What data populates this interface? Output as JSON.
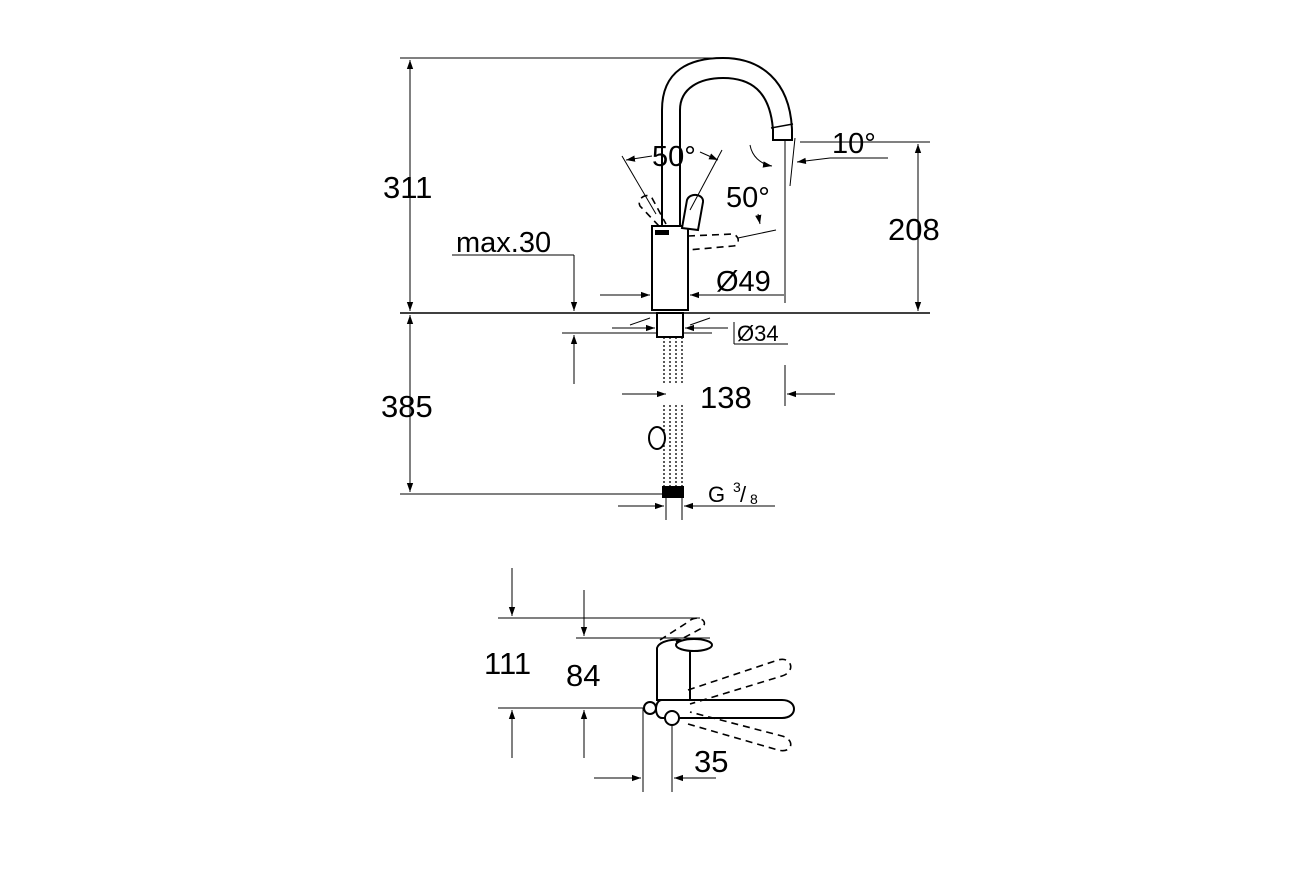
{
  "side_view": {
    "total_height": "311",
    "spout_height": "208",
    "below_counter": "385",
    "max_counter": "max.30",
    "body_diameter": "Ø49",
    "hole_diameter": "Ø34",
    "projection": "138",
    "angle_front": "50°",
    "angle_side": "50°",
    "swivel_angle": "10°",
    "connection_base": "G",
    "connection_num": "3",
    "connection_den": "8"
  },
  "top_view": {
    "lever_height": "111",
    "body_height": "84",
    "offset": "35"
  }
}
